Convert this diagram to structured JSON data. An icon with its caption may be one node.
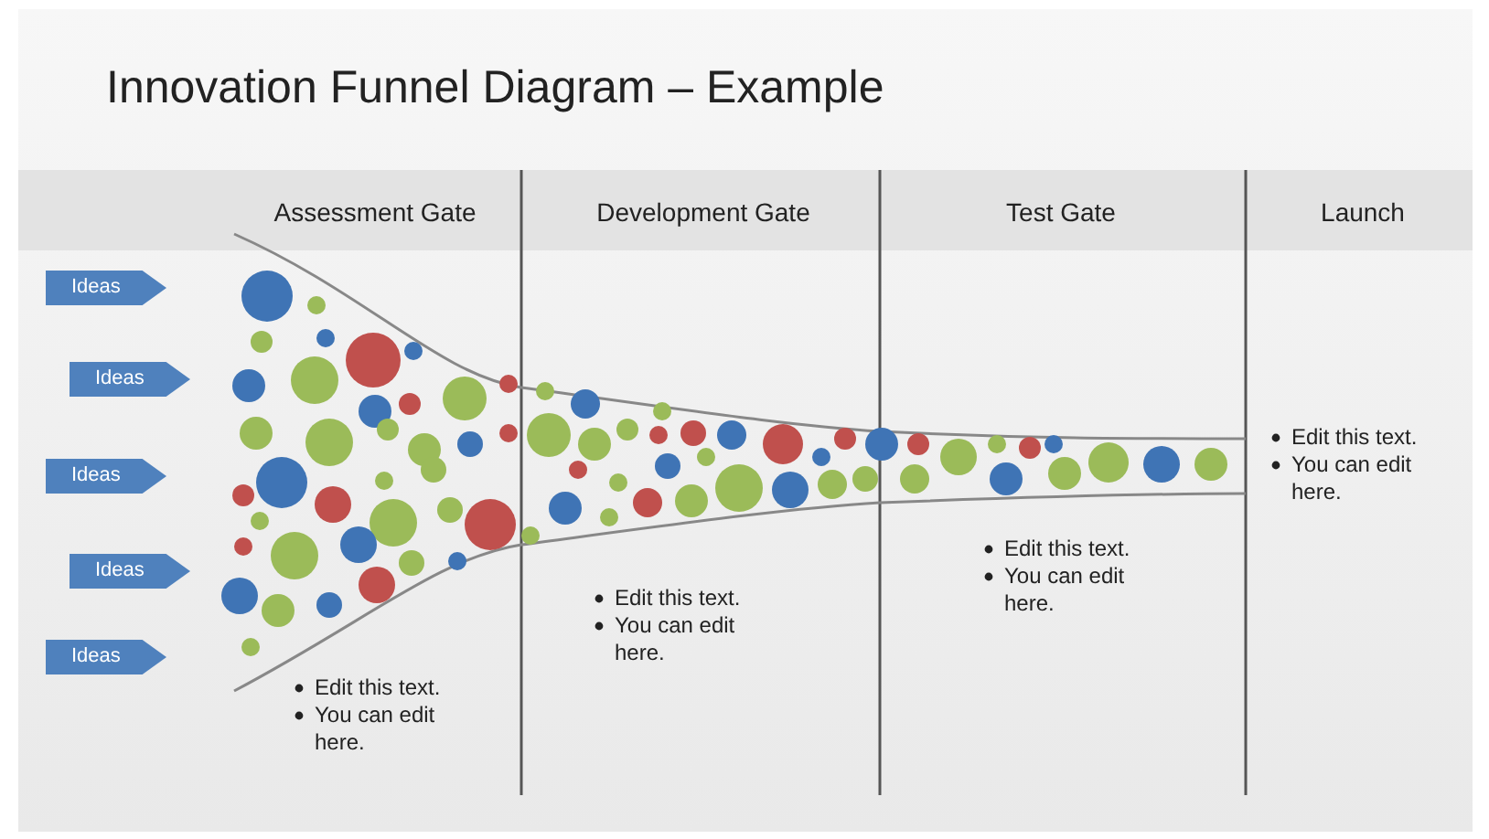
{
  "diagram": {
    "title": "Innovation Funnel Diagram – Example",
    "nodes": [
      {
        "text": [
          "Ideas"
        ]
      },
      {
        "text": [
          "Ideas"
        ]
      },
      {
        "text": [
          "Ideas"
        ]
      },
      {
        "text": [
          "Ideas"
        ]
      },
      {
        "text": [
          "Ideas"
        ]
      }
    ],
    "edges": [],
    "labels": [
      "Assessment Gate",
      "Development Gate",
      "Test Gate",
      "Launch",
      "Edit this text.",
      "You can edit here.",
      "Edit this text.",
      "You can edit here.",
      "Edit this text.",
      "You can edit here.",
      "Edit this text.",
      "You can edit here."
    ]
  }
}
